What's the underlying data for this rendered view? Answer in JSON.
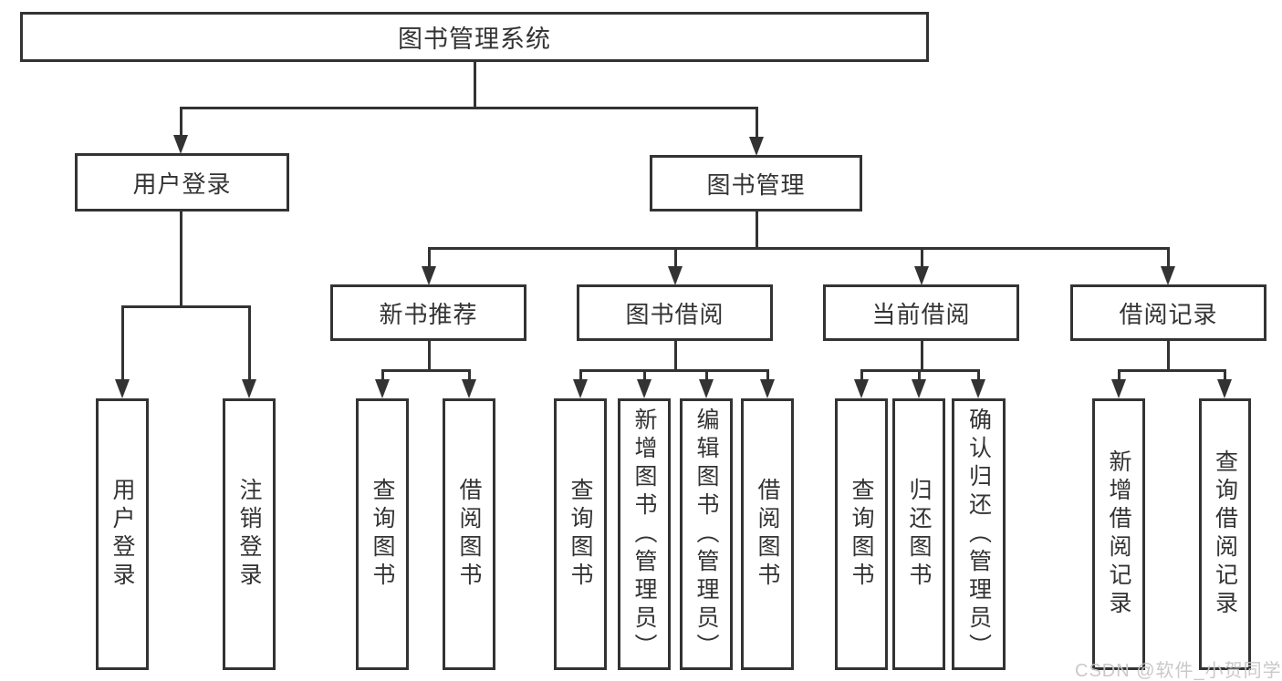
{
  "tree": {
    "root": {
      "label": "图书管理系统",
      "children": [
        {
          "label": "用户登录",
          "children": [
            {
              "label": "用户登录"
            },
            {
              "label": "注销登录"
            }
          ]
        },
        {
          "label": "图书管理",
          "children": [
            {
              "label": "新书推荐",
              "children": [
                {
                  "label": "查询图书"
                },
                {
                  "label": "借阅图书"
                }
              ]
            },
            {
              "label": "图书借阅",
              "children": [
                {
                  "label": "查询图书"
                },
                {
                  "label": "新增图书（管理员）"
                },
                {
                  "label": "编辑图书（管理员）"
                },
                {
                  "label": "借阅图书"
                }
              ]
            },
            {
              "label": "当前借阅",
              "children": [
                {
                  "label": "查询图书"
                },
                {
                  "label": "归还图书"
                },
                {
                  "label": "确认归还（管理员）"
                }
              ]
            },
            {
              "label": "借阅记录",
              "children": [
                {
                  "label": "新增借阅记录"
                },
                {
                  "label": "查询借阅记录"
                }
              ]
            }
          ]
        }
      ]
    }
  },
  "watermark": {
    "text": "CSDN @软件_小贺同学",
    "color": "#c6c6c6"
  },
  "colors": {
    "line": "#333333",
    "box_border": "#333333",
    "box_fill": "#ffffff",
    "text": "#333333",
    "background": "#ffffff"
  }
}
